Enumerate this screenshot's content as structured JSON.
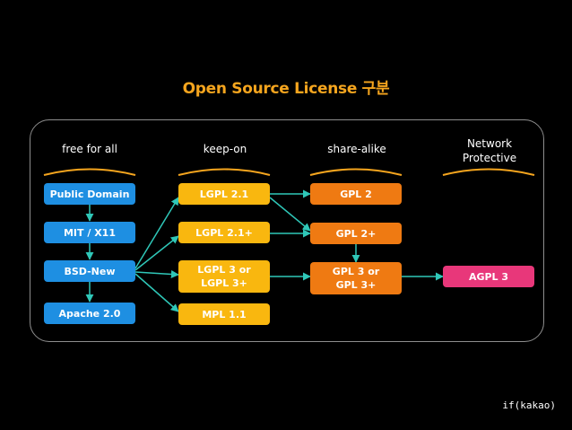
{
  "title": "Open Source License 구분",
  "columns": [
    {
      "label": "free for all"
    },
    {
      "label": "keep-on"
    },
    {
      "label": "share-alike"
    },
    {
      "label": "Network\nProtective"
    }
  ],
  "boxes": {
    "public_domain": "Public Domain",
    "mit_x11": "MIT / X11",
    "bsd_new": "BSD-New",
    "apache_2": "Apache 2.0",
    "lgpl_21": "LGPL 2.1",
    "lgpl_21_plus": "LGPL 2.1+",
    "lgpl_3": "LGPL 3 or\nLGPL 3+",
    "mpl_11": "MPL 1.1",
    "gpl_2": "GPL 2",
    "gpl_2_plus": "GPL 2+",
    "gpl_3": "GPL 3 or\nGPL 3+",
    "agpl_3": "AGPL 3"
  },
  "colors": {
    "title": "#f5a51e",
    "free_for_all": "#1e8fe2",
    "keep_on": "#f9b70f",
    "share_alike": "#ef7a12",
    "network_protective": "#e8377a",
    "connector": "#2fc7b8",
    "bracket": "#f5a51e",
    "frame": "#8e8e8e"
  },
  "credit": "if(kakao)"
}
